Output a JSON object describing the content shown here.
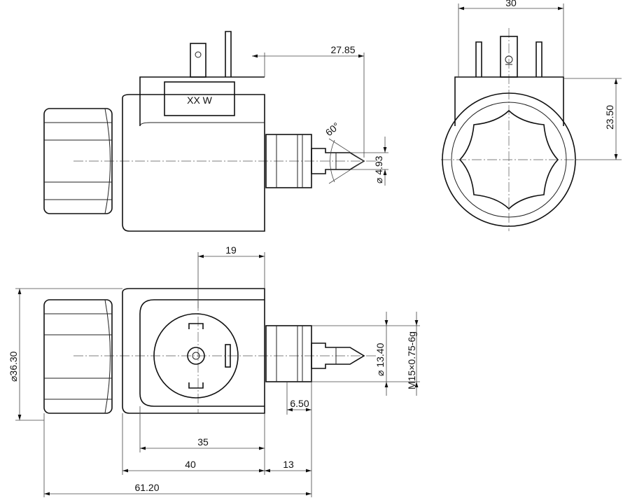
{
  "title": "Solenoid coil dimensional drawing",
  "label_box": "XX W",
  "dimensions": {
    "d_27_85": "27.85",
    "angle": "60°",
    "dia_4_93": "⌀ 4.93",
    "width_30": "30",
    "h_23_50": "23.50",
    "d_19": "19",
    "dia_36_30": "⌀36.30",
    "dia_13_40": "⌀ 13.40",
    "thread": "M15×0.75-6g",
    "d_6_50": "6.50",
    "d_35": "35",
    "d_40": "40",
    "d_13": "13",
    "d_61_20": "61.20"
  }
}
